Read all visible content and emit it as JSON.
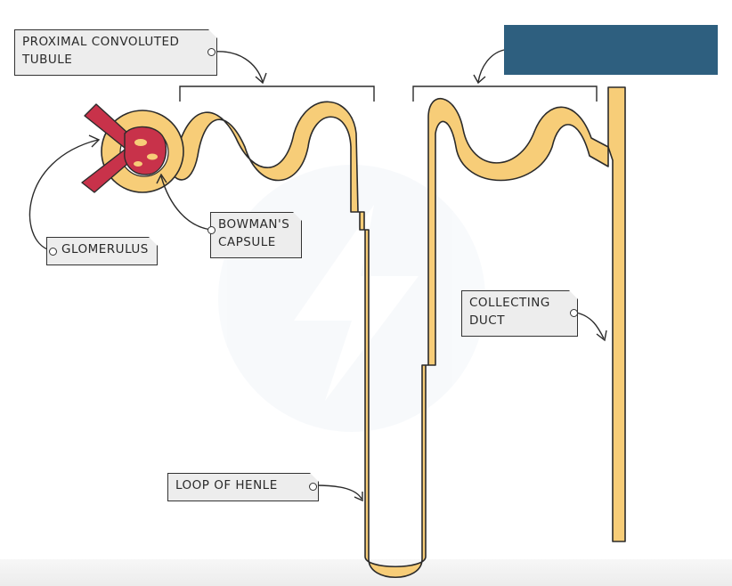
{
  "labels": {
    "proximal_convoluted_tubule": [
      "PROXIMAL CONVOLUTED",
      "TUBULE"
    ],
    "bowmans_capsule": [
      "BOWMAN'S",
      "CAPSULE"
    ],
    "glomerulus": [
      "GLOMERULUS"
    ],
    "collecting_duct": [
      "COLLECTING",
      "DUCT"
    ],
    "loop_of_henle": [
      "LOOP OF HENLE"
    ]
  },
  "colors": {
    "tubule_fill": "#f7cd78",
    "tubule_outline": "#2b2b2b",
    "glomerulus": "#c8324a",
    "label_fill": "#ededed",
    "hidden_box": "#2e5f7f"
  },
  "icons": {
    "watermark": "lightning-bolt-logo-icon"
  }
}
